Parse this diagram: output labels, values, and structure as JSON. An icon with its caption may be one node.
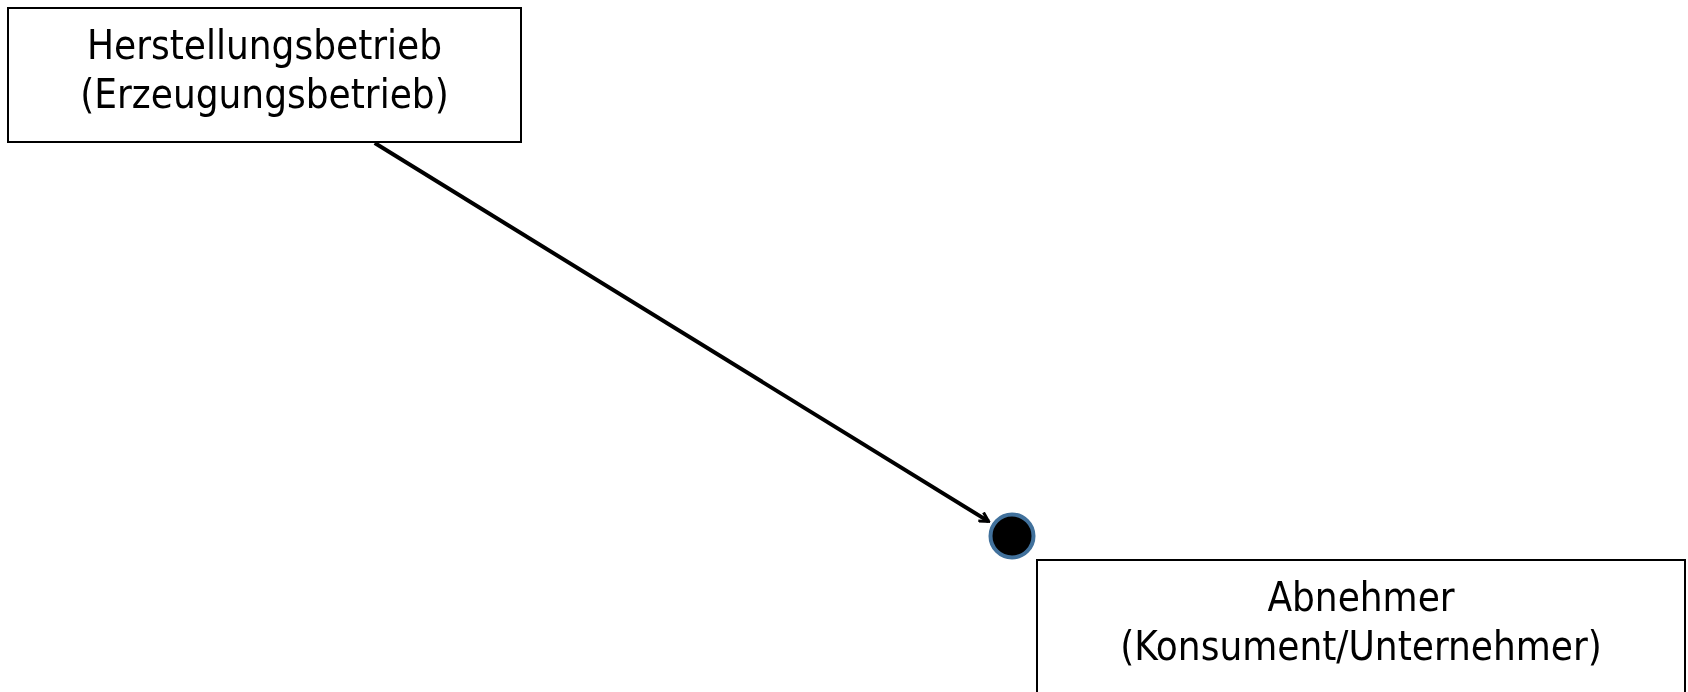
{
  "diagram": {
    "nodes": [
      {
        "text": [
          "Herstellungsbetrieb (Erzeugungsbetrieb)"
        ]
      },
      {
        "text": [],
        "shape": "circle"
      },
      {
        "text": [
          "Abnehmer (Konsument/Unternehmer)"
        ]
      }
    ],
    "edges": [
      {
        "from": 0,
        "to": 1,
        "arrow": "to"
      }
    ]
  }
}
